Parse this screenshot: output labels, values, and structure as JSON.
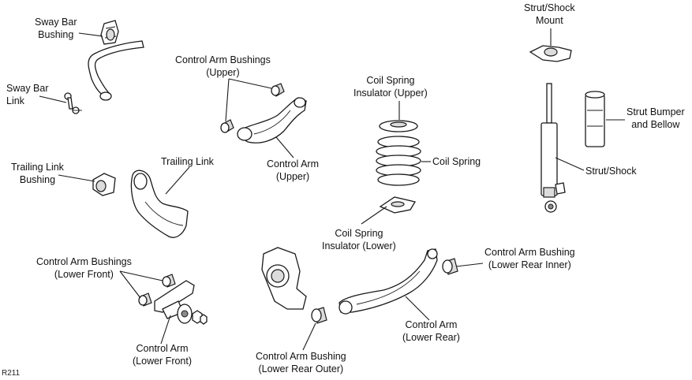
{
  "labels": {
    "sway_bar_bushing": [
      "Sway Bar",
      "Bushing"
    ],
    "sway_bar_link": [
      "Sway Bar",
      "Link"
    ],
    "control_arm_bushings_upper": [
      "Control Arm Bushings",
      "(Upper)"
    ],
    "control_arm_upper": [
      "Control Arm",
      "(Upper)"
    ],
    "coil_spring_insulator_upper": [
      "Coil Spring",
      "Insulator (Upper)"
    ],
    "coil_spring": "Coil Spring",
    "coil_spring_insulator_lower": [
      "Coil Spring",
      "Insulator (Lower)"
    ],
    "strut_shock_mount": [
      "Strut/Shock",
      "Mount"
    ],
    "strut_bumper_and_bellow": [
      "Strut Bumper",
      "and Bellow"
    ],
    "strut_shock": "Strut/Shock",
    "trailing_link_bushing": [
      "Trailing Link",
      "Bushing"
    ],
    "trailing_link": "Trailing Link",
    "control_arm_bushings_lower_front": [
      "Control Arm Bushings",
      "(Lower Front)"
    ],
    "control_arm_lower_front": [
      "Control Arm",
      "(Lower Front)"
    ],
    "control_arm_bushing_lower_rear_outer": [
      "Control Arm Bushing",
      "(Lower Rear Outer)"
    ],
    "control_arm_lower_rear": [
      "Control Arm",
      "(Lower Rear)"
    ],
    "control_arm_bushing_lower_rear_inner": [
      "Control Arm Bushing",
      "(Lower Rear Inner)"
    ]
  },
  "figure_id": "R211"
}
